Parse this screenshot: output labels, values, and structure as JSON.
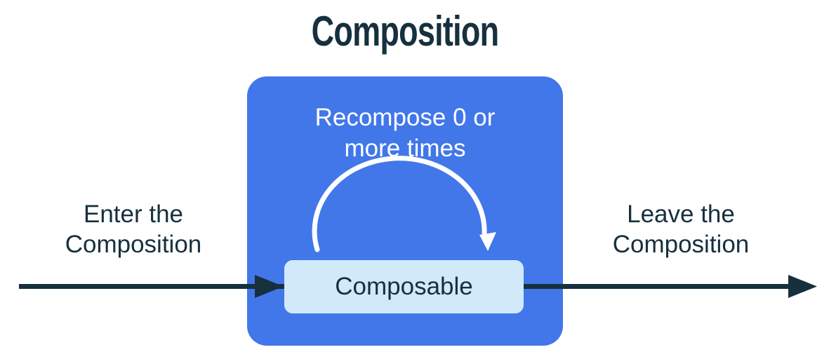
{
  "title": "Composition",
  "diagram": {
    "enter_label": {
      "line1": "Enter the",
      "line2": "Composition"
    },
    "leave_label": {
      "line1": "Leave the",
      "line2": "Composition"
    },
    "recompose_label": {
      "line1": "Recompose 0 or",
      "line2": "more times"
    },
    "composable_label": "Composable"
  },
  "icons": {
    "flow_arrow": "right-arrow-icon",
    "recompose_arc": "curved-loop-arrow-icon"
  },
  "colors": {
    "navy": "#16303E",
    "blue": "#4277EA",
    "light_blue": "#D2E9FA",
    "white": "#FFFFFF",
    "background": "#FFFFFF"
  }
}
